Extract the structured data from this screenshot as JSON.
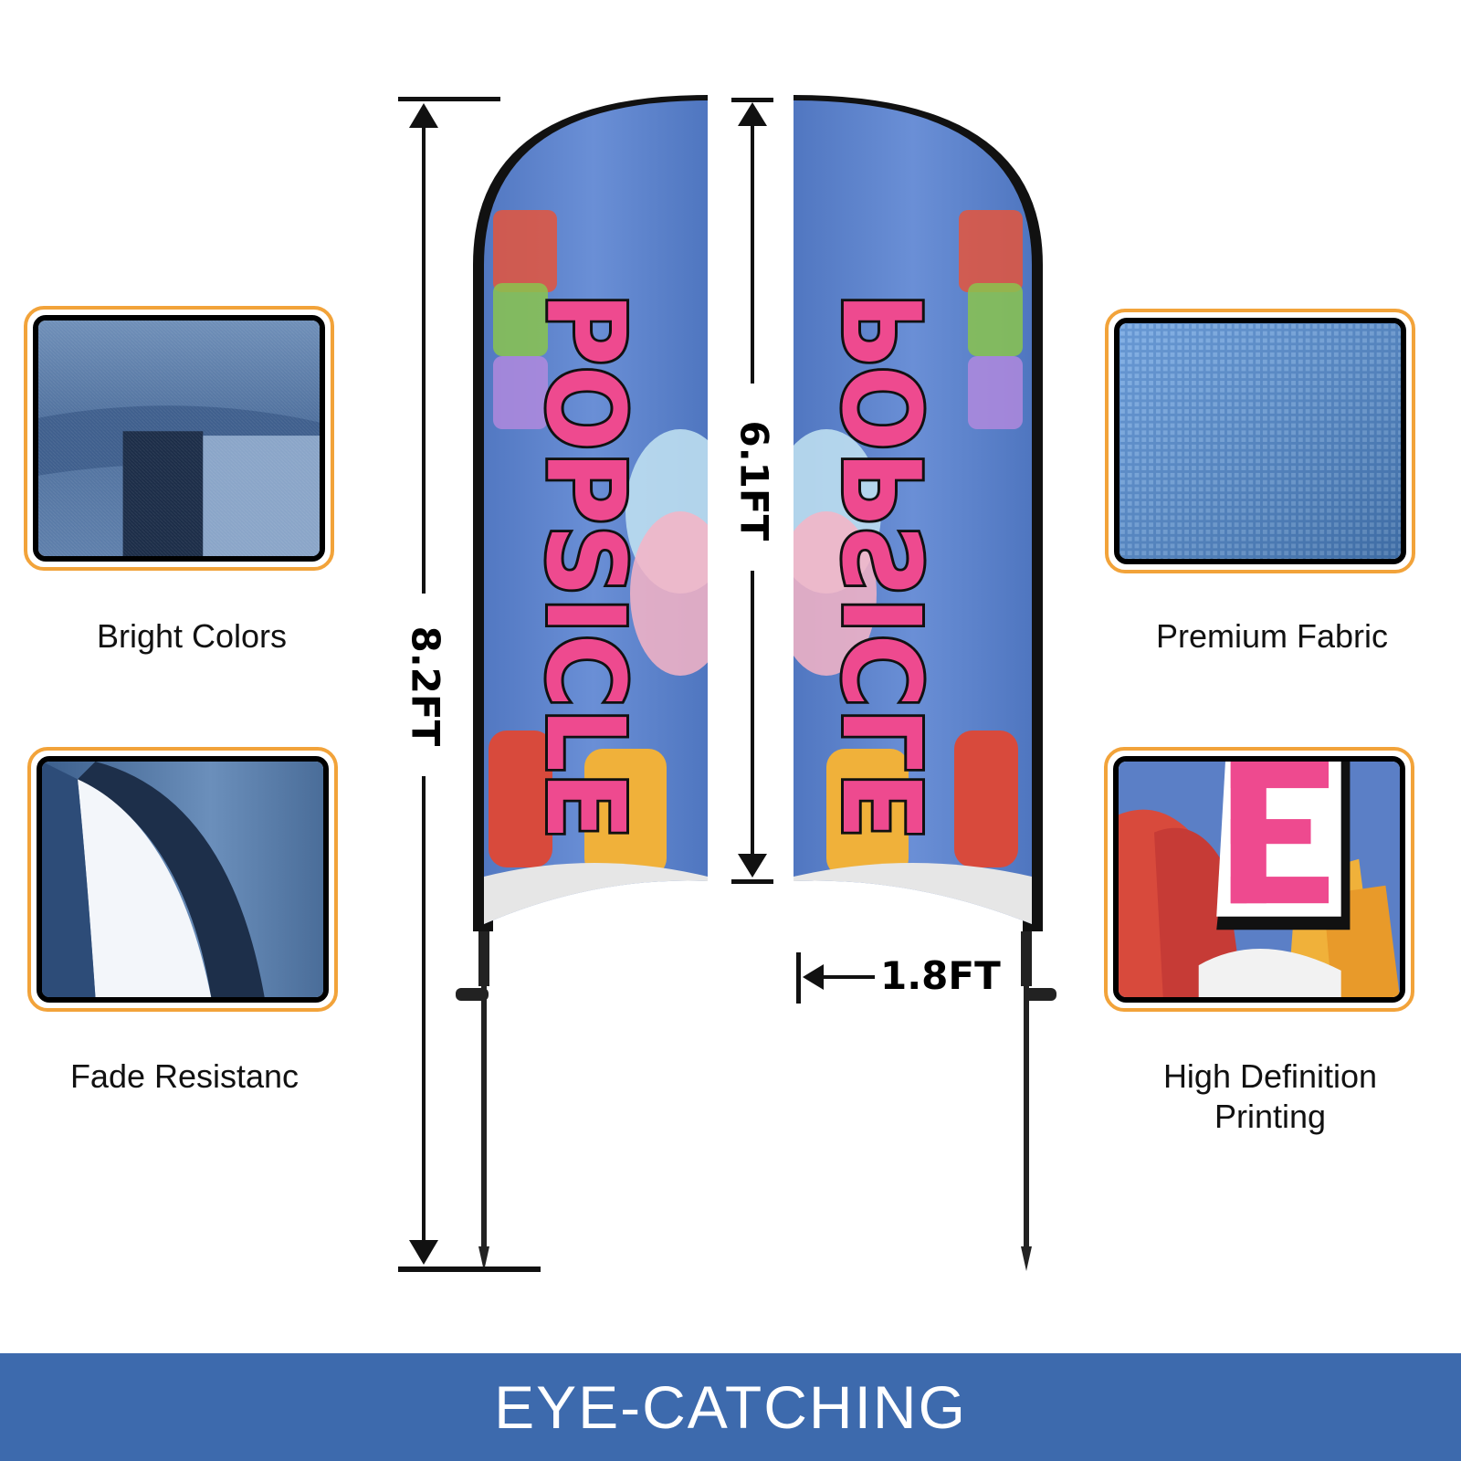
{
  "features": {
    "bright_colors": "Bright Colors",
    "fade_resistance": "Fade Resistanc",
    "premium_fabric": "Premium Fabric",
    "hd_printing_line1": "High Definition",
    "hd_printing_line2": "Printing"
  },
  "dimensions": {
    "total_height": "8.2FT",
    "flag_height": "6.1FT",
    "flag_width": "1.8FT"
  },
  "flag": {
    "word": "POPSICLE"
  },
  "footer": {
    "headline": "EYE-CATCHING"
  },
  "colors": {
    "flag_blue": "#5b7fc6",
    "accent_orange": "#f2a33a",
    "letter_pink": "#ee4a8f",
    "footer_blue": "#3d6aad"
  }
}
